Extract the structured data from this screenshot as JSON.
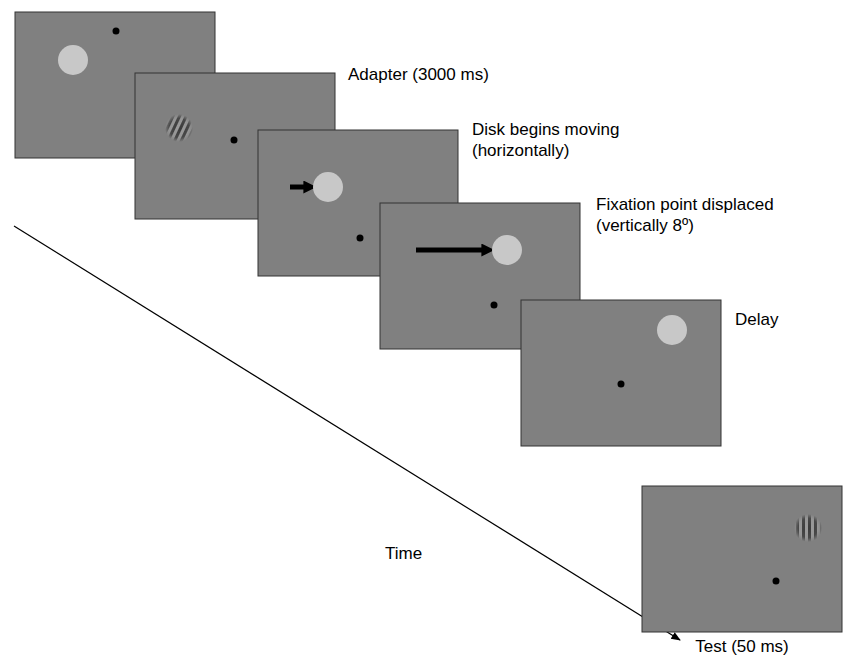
{
  "diagram": {
    "labels": [
      "Adapter (3000 ms)",
      "Disk begins moving (horizontally)",
      "Fixation point displaced (vertically 8º)",
      "Delay",
      "Time",
      "Test (50 ms)"
    ]
  }
}
